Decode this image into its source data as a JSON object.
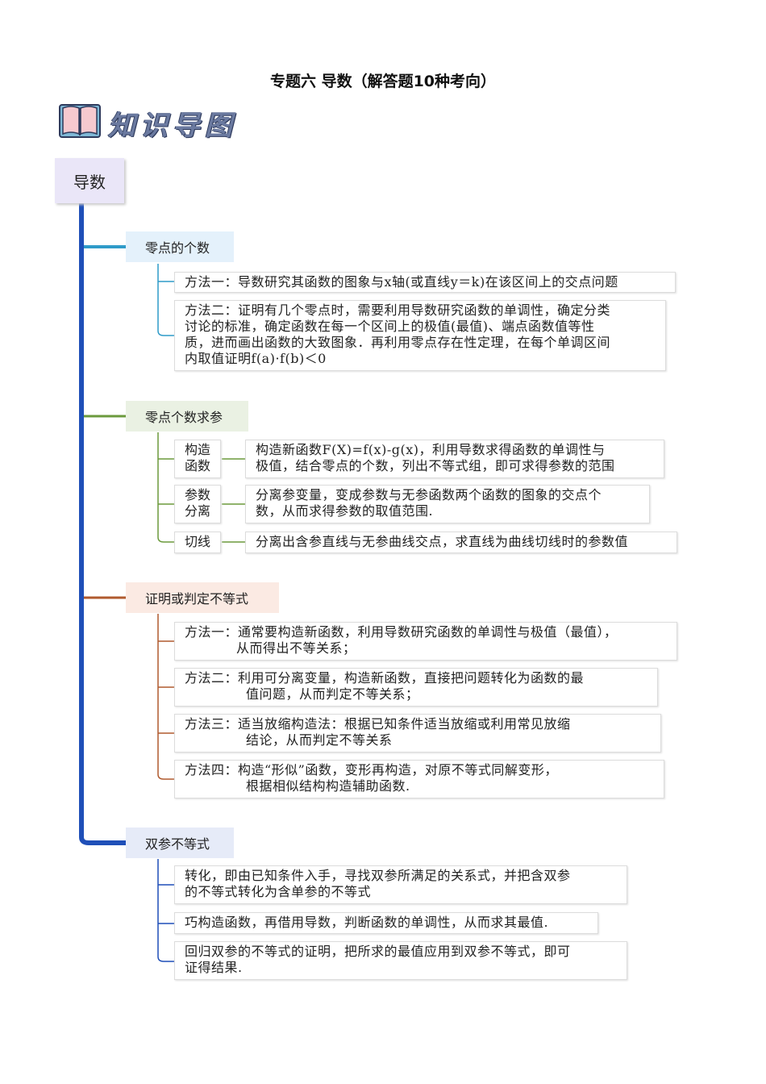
{
  "title": "专题六  导数（解答题10种考向）",
  "banner": {
    "text": "知识导图",
    "icon": "open-book-icon"
  },
  "root": "导数",
  "colors": {
    "trunk": "#1f4fb8",
    "zero": "#2f9bc9",
    "param": "#6b9a3c",
    "ineq": "#b05a2e",
    "double": "#1f4fb8"
  },
  "sections": {
    "zero": {
      "label": "零点的个数",
      "items": [
        "方法一：导数研究其函数的图象与x轴(或直线y＝k)在该区间上的交点问题",
        "方法二：证明有几个零点时，需要利用导数研究函数的单调性，确定分类",
        "讨论的标准，确定函数在每一个区间上的极值(最值)、端点函数值等性",
        "质，进而画出函数的大致图象．再利用零点存在性定理，在每个单调区间",
        "内取值证明f(a)·f(b)＜0"
      ]
    },
    "param": {
      "label": "零点个数求参",
      "rows": [
        {
          "tag": [
            "构造",
            "函数"
          ],
          "text": [
            "构造新函数F(X)=f(x)-g(x)，利用导数求得函数的单调性与",
            "极值，结合零点的个数，列出不等式组，即可求得参数的范围"
          ]
        },
        {
          "tag": [
            "参数",
            "分离"
          ],
          "text": [
            "分离参变量，变成参数与无参函数两个函数的图象的交点个",
            "数，从而求得参数的取值范围."
          ]
        },
        {
          "tag": [
            "切线"
          ],
          "text": [
            "分离出含参直线与无参曲线交点，求直线为曲线切线时的参数值"
          ]
        }
      ]
    },
    "ineq": {
      "label": "证明或判定不等式",
      "items": [
        [
          "方法一：通常要构造新函数，利用导数研究函数的单调性与极值（最值），",
          "从而得出不等关系；"
        ],
        [
          "方法二：利用可分离变量，构造新函数，直接把问题转化为函数的最",
          "值问题，从而判定不等关系；"
        ],
        [
          "方法三：适当放缩构造法：根据已知条件适当放缩或利用常见放缩",
          "结论，从而判定不等关系"
        ],
        [
          "方法四：构造“形似”函数，变形再构造，对原不等式同解变形，",
          "根据相似结构构造辅助函数."
        ]
      ]
    },
    "double": {
      "label": "双参不等式",
      "items": [
        [
          "转化，即由已知条件入手，寻找双参所满足的关系式，并把含双参",
          "的不等式转化为含单参的不等式"
        ],
        [
          "巧构造函数，再借用导数，判断函数的单调性，从而求其最值."
        ],
        [
          "回归双参的不等式的证明，把所求的最值应用到双参不等式，即可",
          "证得结果."
        ]
      ]
    }
  }
}
